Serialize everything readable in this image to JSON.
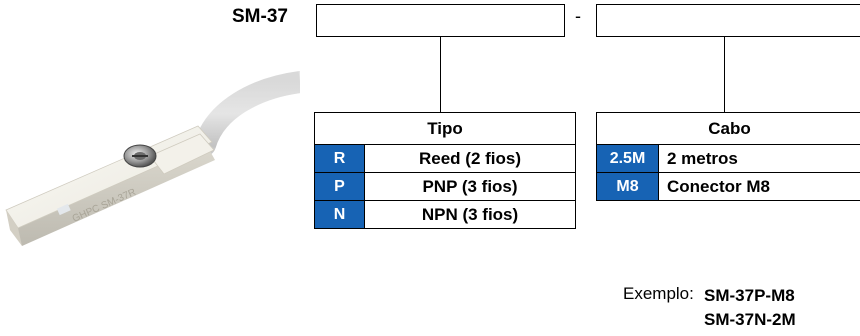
{
  "model_code": "SM-37",
  "separator": "-",
  "tipo": {
    "header": "Tipo",
    "rows": [
      {
        "code": "R",
        "desc": "Reed (2 fios)"
      },
      {
        "code": "P",
        "desc": "PNP (3 fios)"
      },
      {
        "code": "N",
        "desc": "NPN (3 fios)"
      }
    ]
  },
  "cabo": {
    "header": "Cabo",
    "rows": [
      {
        "code": "2.5M",
        "desc": "2 metros"
      },
      {
        "code": "M8",
        "desc": "Conector M8"
      }
    ]
  },
  "example": {
    "label": "Exemplo:",
    "items": [
      "SM-37P-M8",
      "SM-37N-2M"
    ]
  },
  "product_label": "GHPC SM-37R",
  "colors": {
    "code_cell": "#1763b4"
  }
}
